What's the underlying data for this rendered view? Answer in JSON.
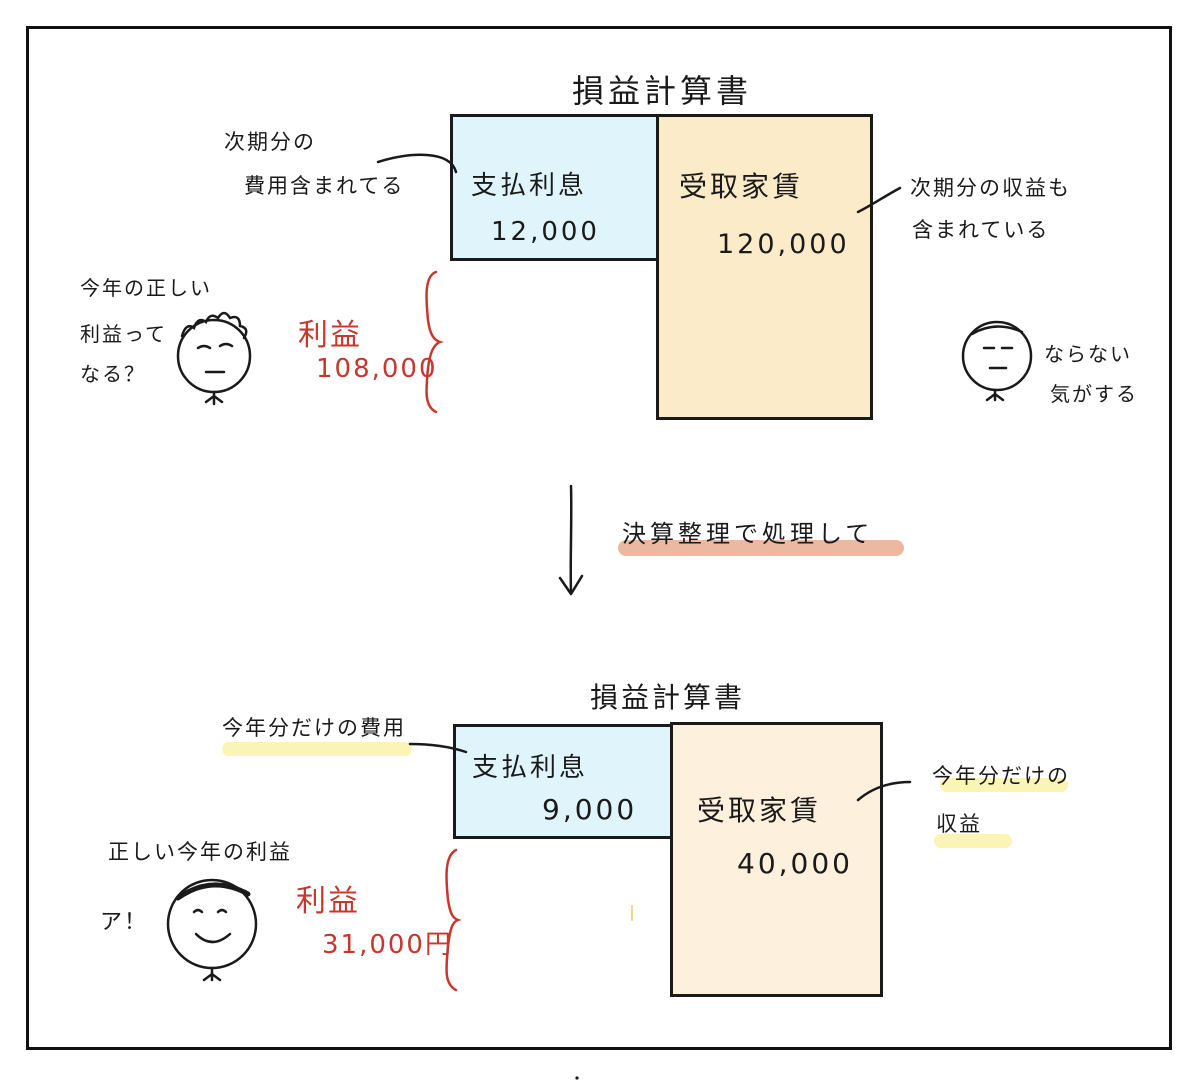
{
  "top": {
    "title": "損益計算書",
    "expense_box": {
      "label": "支払利息",
      "value": "12,000",
      "color": "#dff5fb"
    },
    "revenue_box": {
      "label": "受取家賃",
      "value": "120,000",
      "color": "#fcebc8"
    },
    "note_left": [
      "次期分の",
      "費用含まれてる"
    ],
    "note_right": [
      "次期分の収益も",
      "含まれている"
    ],
    "profit_label": "利益",
    "profit_value": "108,000",
    "question": [
      "今年の正しい",
      "利益ってなる？"
    ],
    "answer": [
      "ならない",
      "気がする"
    ]
  },
  "arrow_caption": "決算整理で処理して",
  "bottom": {
    "title": "損益計算書",
    "expense_box": {
      "label": "支払利息",
      "value": "9,000",
      "color": "#dff5fb"
    },
    "revenue_box": {
      "label": "受取家賃",
      "value": "40,000",
      "color": "#fdf0dc"
    },
    "note_left": "今年分だけの費用",
    "note_right": [
      "今年分だけの",
      "収益"
    ],
    "profit_label": "利益",
    "profit_value": "31,000円",
    "correct_label": "正しい今年の利益",
    "exclaim": "ア！"
  },
  "colors": {
    "accent_red": "#c8372d",
    "highlight_yellow": "#f5eb78",
    "highlight_orange": "#e8a080"
  }
}
